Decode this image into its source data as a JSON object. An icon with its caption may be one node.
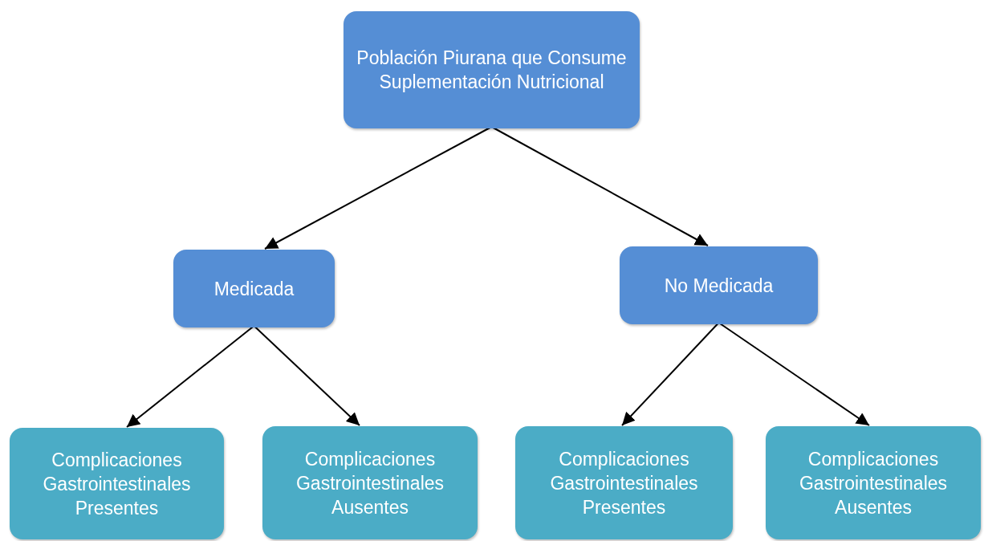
{
  "diagram": {
    "nodes": [
      {
        "text": [
          "Población Piurana que Consume Suplementación Nutricional"
        ]
      },
      {
        "text": [
          "Medicada"
        ]
      },
      {
        "text": [
          "No Medicada"
        ]
      },
      {
        "text": [
          "Complicaciones Gastrointestinales Presentes"
        ]
      },
      {
        "text": [
          "Complicaciones Gastrointestinales Ausentes"
        ]
      },
      {
        "text": [
          "Complicaciones Gastrointestinales Presentes"
        ]
      },
      {
        "text": [
          "Complicaciones Gastrointestinales Ausentes"
        ]
      }
    ],
    "edges": [
      {
        "from": 0,
        "to": 1,
        "arrow": "to"
      },
      {
        "from": 0,
        "to": 2,
        "arrow": "to"
      },
      {
        "from": 1,
        "to": 3,
        "arrow": "to"
      },
      {
        "from": 1,
        "to": 4,
        "arrow": "to"
      },
      {
        "from": 2,
        "to": 5,
        "arrow": "to"
      },
      {
        "from": 2,
        "to": 6,
        "arrow": "to"
      }
    ]
  }
}
